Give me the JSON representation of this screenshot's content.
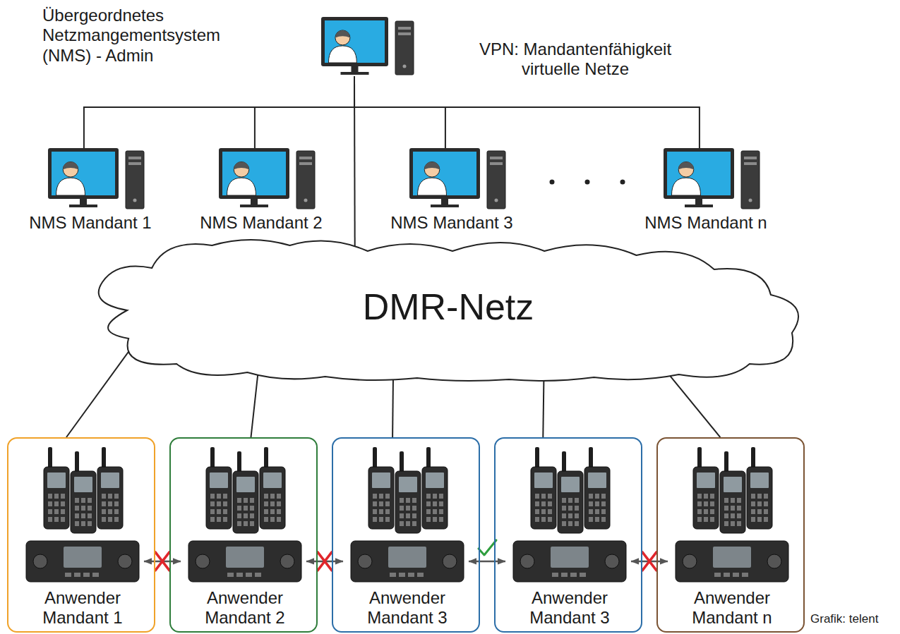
{
  "diagram": {
    "nodes": [
      {
        "text": [
          "Übergeordnetes Netzmangementsystem (NMS) - Admin"
        ]
      },
      {
        "text": [
          "NMS Mandant 1"
        ]
      },
      {
        "text": [
          "NMS Mandant 2"
        ]
      },
      {
        "text": [
          "NMS Mandant 3"
        ]
      },
      {
        "text": [
          "NMS Mandant n"
        ]
      },
      {
        "text": [
          "DMR-Netz"
        ]
      },
      {
        "text": [
          "Anwender Mandant 1"
        ]
      },
      {
        "text": [
          "Anwender Mandant 2"
        ]
      },
      {
        "text": [
          "Anwender Mandant 3"
        ]
      },
      {
        "text": [
          "Anwender Mandant 3"
        ]
      },
      {
        "text": [
          "Anwender Mandant n"
        ]
      }
    ],
    "edges": [
      {
        "from": 0,
        "to": 1,
        "arrow": "none"
      },
      {
        "from": 0,
        "to": 2,
        "arrow": "none"
      },
      {
        "from": 0,
        "to": 3,
        "arrow": "none"
      },
      {
        "from": 0,
        "to": 4,
        "arrow": "none"
      },
      {
        "from": 0,
        "to": 5,
        "arrow": "none"
      },
      {
        "from": 5,
        "to": 6,
        "arrow": "none"
      },
      {
        "from": 5,
        "to": 7,
        "arrow": "none"
      },
      {
        "from": 5,
        "to": 8,
        "arrow": "none"
      },
      {
        "from": 5,
        "to": 9,
        "arrow": "none"
      },
      {
        "from": 5,
        "to": 10,
        "arrow": "none"
      },
      {
        "from": 6,
        "to": 7,
        "arrow": "both"
      },
      {
        "from": 7,
        "to": 8,
        "arrow": "both"
      },
      {
        "from": 8,
        "to": 9,
        "arrow": "both"
      },
      {
        "from": 9,
        "to": 10,
        "arrow": "both"
      }
    ],
    "labels": [
      "VPN: Mandantenfähigkeit virtuelle Netze",
      "Grafik: telent"
    ]
  }
}
